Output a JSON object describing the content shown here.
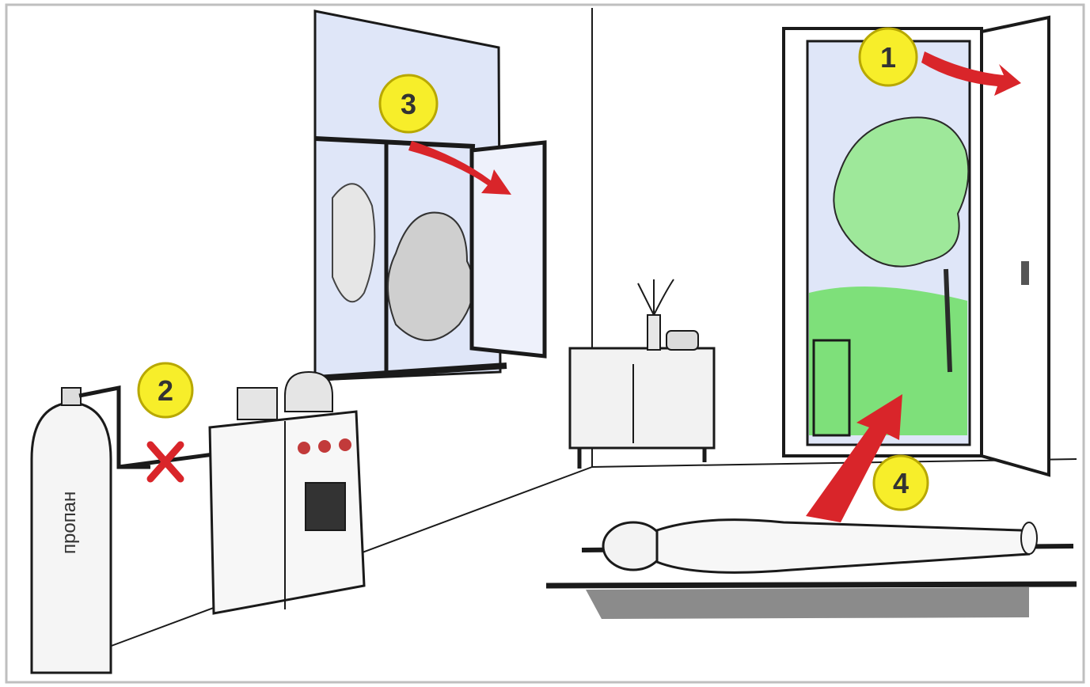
{
  "steps": [
    {
      "number": "1",
      "action": "open-door"
    },
    {
      "number": "2",
      "action": "close-gas-valve"
    },
    {
      "number": "3",
      "action": "open-window"
    },
    {
      "number": "4",
      "action": "carry-victim-to-fresh-air"
    }
  ],
  "cylinder_label": "пропан",
  "colors": {
    "badge": "#f7ee2a",
    "badge_stroke": "#b8a800",
    "arrow": "#d9252a",
    "cross": "#d9252a",
    "grass": "#7ee07a",
    "sky": "#dfe6f8",
    "ink": "#1a1a1a"
  },
  "icons": [
    "gas-cylinder-icon",
    "gas-stove-icon",
    "window-icon",
    "door-icon",
    "cabinet-icon",
    "stretcher-icon",
    "person-icon",
    "valve-cross-icon"
  ]
}
